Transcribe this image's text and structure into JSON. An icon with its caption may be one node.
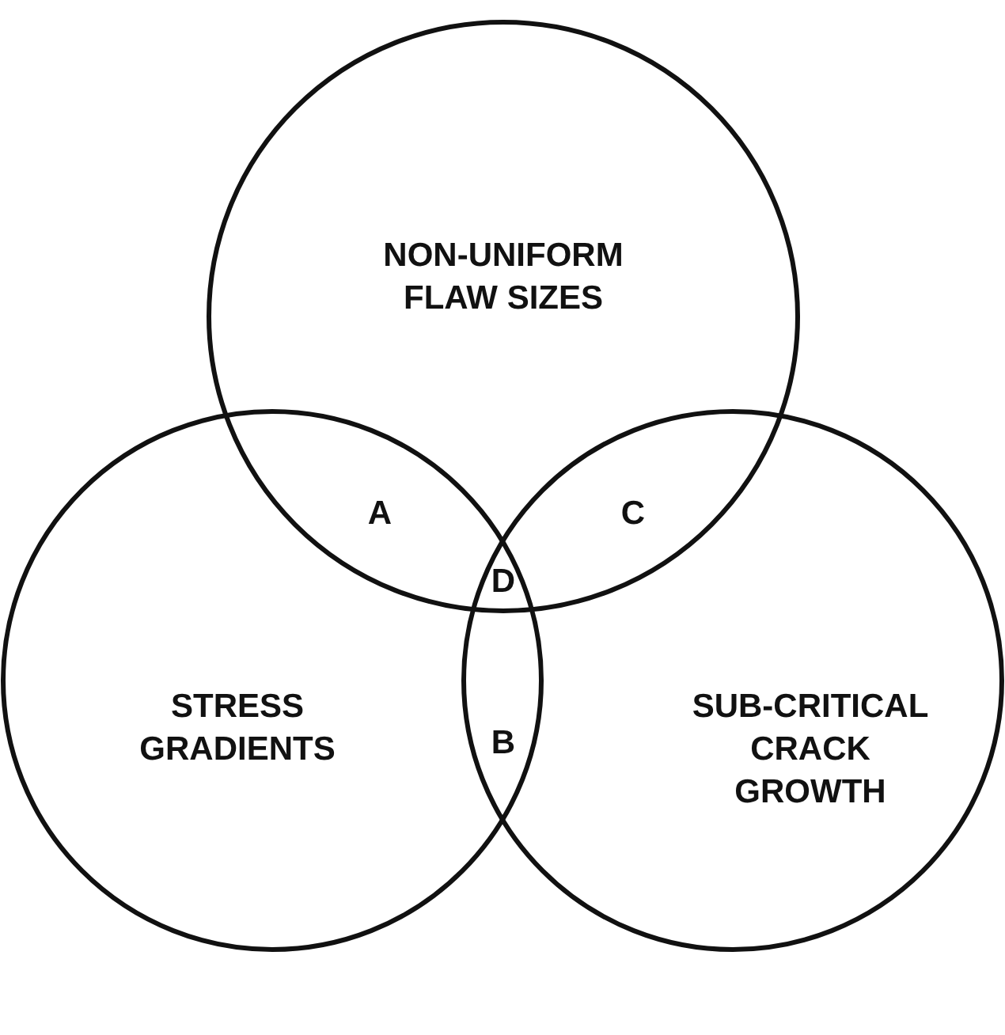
{
  "diagram": {
    "nodes": [
      {
        "text": [
          "NON-UNIFORM FLAW SIZES"
        ]
      },
      {
        "text": [
          "STRESS GRADIENTS"
        ]
      },
      {
        "text": [
          "SUB-CRITICAL CRACK GROWTH"
        ]
      }
    ],
    "labels": [
      "A",
      "C",
      "D",
      "B"
    ]
  }
}
